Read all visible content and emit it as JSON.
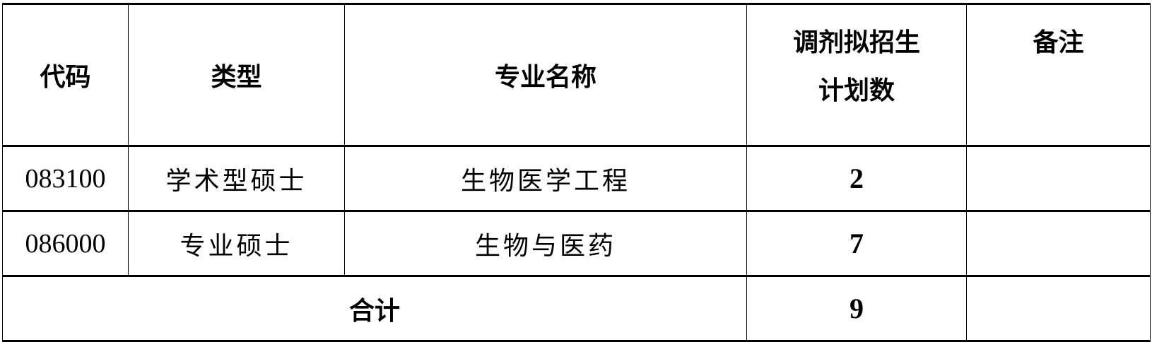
{
  "header": {
    "code": "代码",
    "type": "类型",
    "major": "专业名称",
    "plan_line1": "调剂拟招生",
    "plan_line2": "计划数",
    "remarks": "备注"
  },
  "rows": [
    {
      "code": "083100",
      "type": "学术型硕士",
      "major": "生物医学工程",
      "plan": "2",
      "remarks": ""
    },
    {
      "code": "086000",
      "type": "专业硕士",
      "major": "生物与医药",
      "plan": "7",
      "remarks": ""
    }
  ],
  "total": {
    "label": "合计",
    "plan": "9",
    "remarks": ""
  }
}
